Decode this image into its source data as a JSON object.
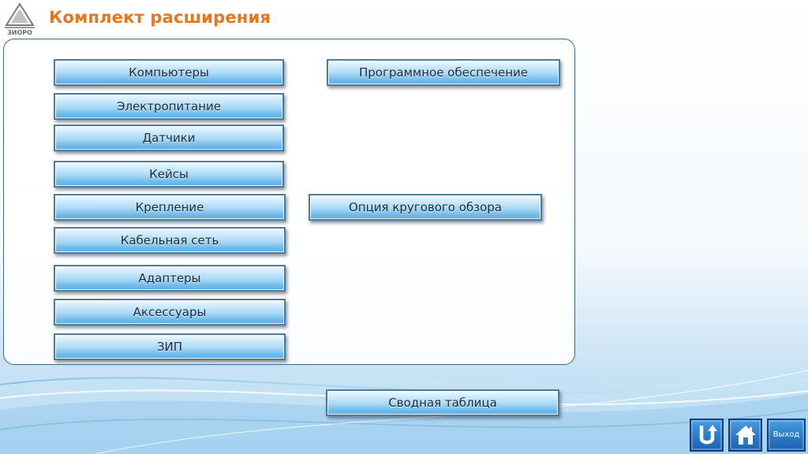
{
  "header": {
    "title": "Комплект расширения",
    "logo_text": "ЗИОРО"
  },
  "colors": {
    "title": "#e8761e",
    "panel_border": "#3d6a8c",
    "button_border": "#4d7b98",
    "nav_button": "#2c7cc8"
  },
  "menu": {
    "computers": "Компьютеры",
    "power": "Электропитание",
    "sensors": "Датчики",
    "cases": "Кейсы",
    "mounting": "Крепление",
    "cable_network": "Кабельная сеть",
    "adapters": "Адаптеры",
    "accessories": "Аксессуары",
    "spare_parts": "ЗИП",
    "software": "Программное обеспечение",
    "surround_view": "Опция кругового обзора"
  },
  "footer": {
    "summary_table": "Сводная таблица",
    "exit": "Выход",
    "back_icon": "u-turn-back-icon",
    "home_icon": "home-icon"
  }
}
